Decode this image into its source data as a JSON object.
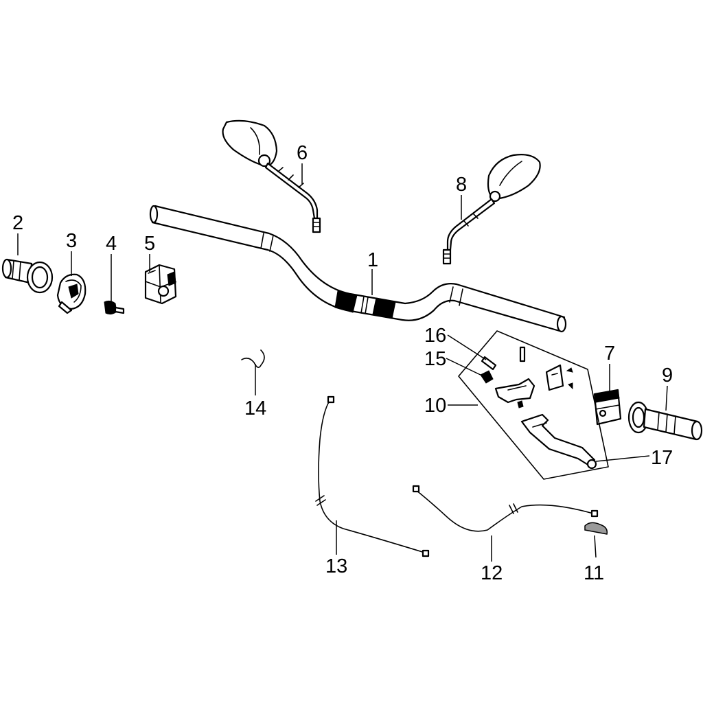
{
  "diagram": {
    "callouts": [
      {
        "id": "1",
        "text": "1"
      },
      {
        "id": "2",
        "text": "2"
      },
      {
        "id": "3",
        "text": "3"
      },
      {
        "id": "4",
        "text": "4"
      },
      {
        "id": "5",
        "text": "5"
      },
      {
        "id": "6",
        "text": "6"
      },
      {
        "id": "7",
        "text": "7"
      },
      {
        "id": "8",
        "text": "8"
      },
      {
        "id": "9",
        "text": "9"
      },
      {
        "id": "10",
        "text": "10"
      },
      {
        "id": "11",
        "text": "11"
      },
      {
        "id": "12",
        "text": "12"
      },
      {
        "id": "13",
        "text": "13"
      },
      {
        "id": "14",
        "text": "14"
      },
      {
        "id": "15",
        "text": "15"
      },
      {
        "id": "16",
        "text": "16"
      },
      {
        "id": "17",
        "text": "17"
      }
    ],
    "colors": {
      "line": "#000000",
      "background": "#ffffff",
      "shade": "#9a9a9a"
    }
  }
}
